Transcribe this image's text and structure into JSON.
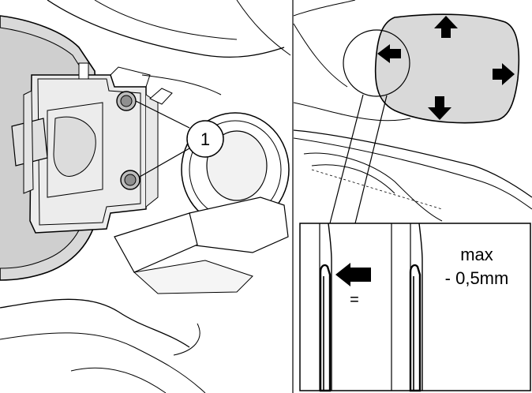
{
  "callout": {
    "number": "1"
  },
  "gap_detail": {
    "equal_symbol": "=",
    "tolerance_line1": "max",
    "tolerance_line2": "- 0,5mm"
  },
  "colors": {
    "line": "#000000",
    "panel_fill": "#d9d9d9",
    "background": "#ffffff"
  },
  "icons": [
    "arrow-up-icon",
    "arrow-left-icon",
    "arrow-right-icon",
    "arrow-down-icon",
    "arrow-pointer-icon"
  ]
}
